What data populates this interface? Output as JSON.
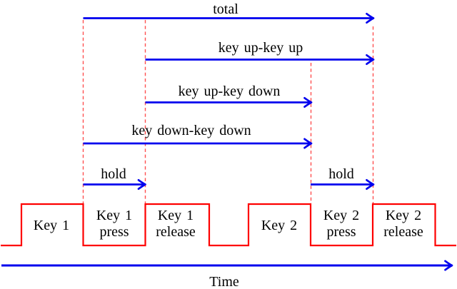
{
  "colors": {
    "arrow_blue": "#0000ee",
    "signal_red": "#fe0000",
    "event_marker_red": "#ff5050",
    "text_black": "#000000"
  },
  "feature_arrows": [
    {
      "label": "total"
    },
    {
      "label": "key up-key up"
    },
    {
      "label": "key up-key down"
    },
    {
      "label": "key down-key down"
    },
    {
      "label": "hold"
    },
    {
      "label": "hold"
    }
  ],
  "signal_segments": [
    {
      "lines": [
        "Key 1"
      ]
    },
    {
      "lines": [
        "Key 1",
        "press"
      ]
    },
    {
      "lines": [
        "Key 1",
        "release"
      ]
    },
    {
      "lines": [
        "Key 2"
      ]
    },
    {
      "lines": [
        "Key 2",
        "press"
      ]
    },
    {
      "lines": [
        "Key 2",
        "release"
      ]
    }
  ],
  "time_axis": {
    "label": "Time"
  }
}
